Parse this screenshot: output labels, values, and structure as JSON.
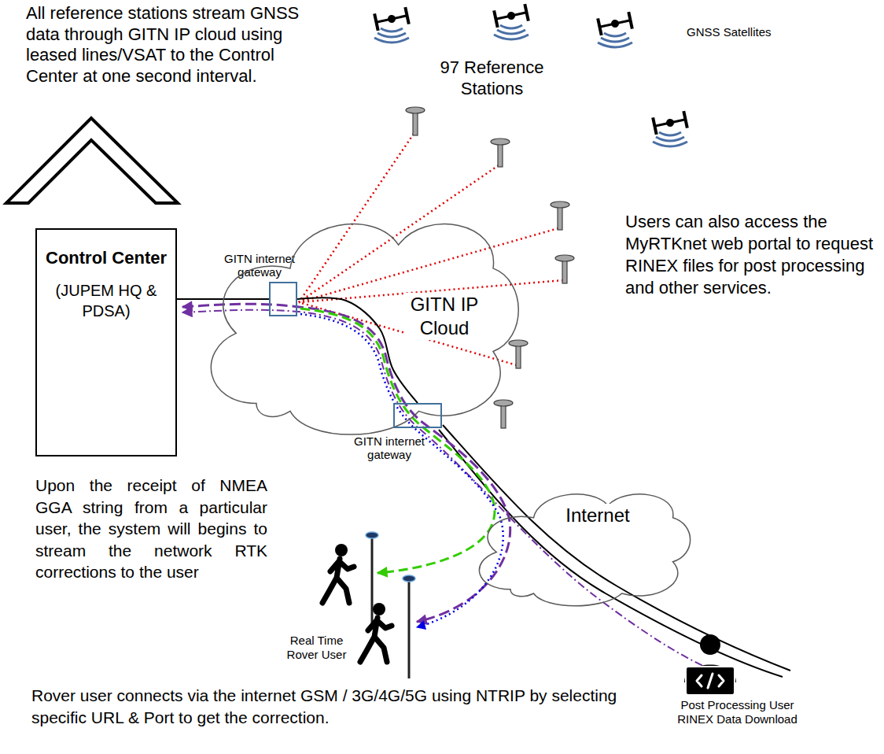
{
  "diagram": {
    "nodes": [
      {
        "text": [
          "Control Center",
          "(JUPEM HQ & PDSA)"
        ]
      },
      {
        "text": [
          "GITN internet gateway"
        ]
      },
      {
        "text": [
          "GITN IP Cloud"
        ]
      },
      {
        "text": [
          "GITN internet gateway"
        ]
      },
      {
        "text": [
          "Internet"
        ]
      }
    ],
    "edges": [
      {
        "from": 0,
        "to": 1,
        "arrow": "none"
      },
      {
        "from": 1,
        "to": 3,
        "arrow": "none"
      }
    ],
    "labels": [
      "All reference stations stream GNSS data through GITN IP cloud using leased lines/VSAT to the Control Center at one second interval.",
      "97 Reference Stations",
      "GNSS Satellites",
      "Users can also access the MyRTKnet web portal to request RINEX files for post processing and other services.",
      "Upon the receipt of NMEA GGA string from a particular user, the system will begins to stream the network RTK corrections to the user",
      "Real Time Rover User",
      "Post Processing User RINEX Data Download",
      "Rover user connects via the internet GSM / 3G/4G/5G using NTRIP by selecting specific URL & Port to get the correction."
    ]
  }
}
